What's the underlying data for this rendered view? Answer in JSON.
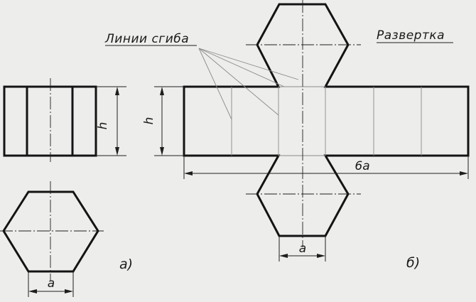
{
  "figure": {
    "labels": {
      "fold_lines": "Линии сгиба",
      "development": "Развертка",
      "h_left": "h",
      "h_right": "h",
      "a_left": "a",
      "a_right": "a",
      "six_a": "6a",
      "part_a": "a)",
      "part_b": "б)"
    },
    "colors": {
      "background": "#ededeb",
      "ink": "#141414",
      "fold_line": "#8a8a8a"
    }
  }
}
